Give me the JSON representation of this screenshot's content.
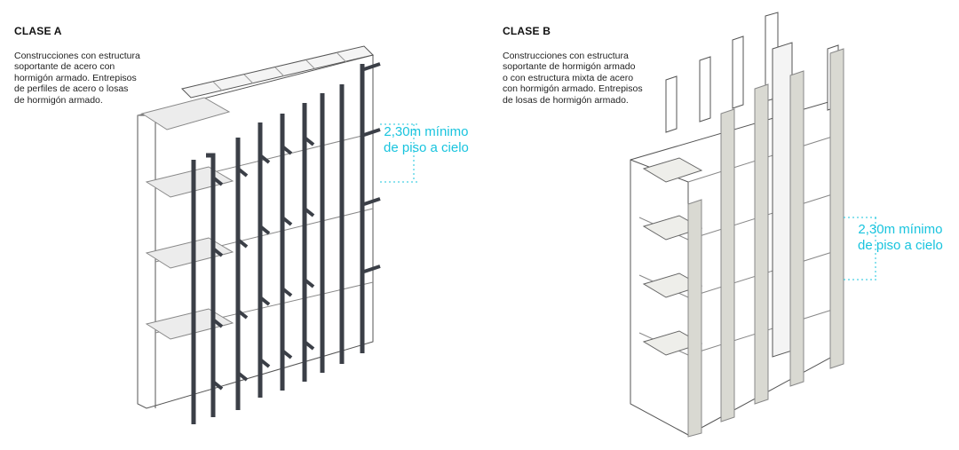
{
  "panels": [
    {
      "title": "CLASE A",
      "description": [
        "Construcciones con estructura",
        "soportante de acero con",
        "hormigón armado. Entrepisos",
        "de perfiles de acero o losas",
        "de hormigón armado."
      ],
      "dimension": [
        "2,30m mínimo",
        "de piso a cielo"
      ]
    },
    {
      "title": "CLASE B",
      "description": [
        "Construcciones con estructura",
        "soportante de hormigón armado",
        "o con estructura mixta de acero",
        "con hormigón armado. Entrepisos",
        "de losas de hormigón armado."
      ],
      "dimension": [
        "2,30m mínimo",
        "de piso a cielo"
      ]
    }
  ],
  "colors": {
    "accent_cyan": "#19c4de",
    "steel": "#3b3f47",
    "concrete": "#d9d9d2",
    "line": "#555555"
  }
}
